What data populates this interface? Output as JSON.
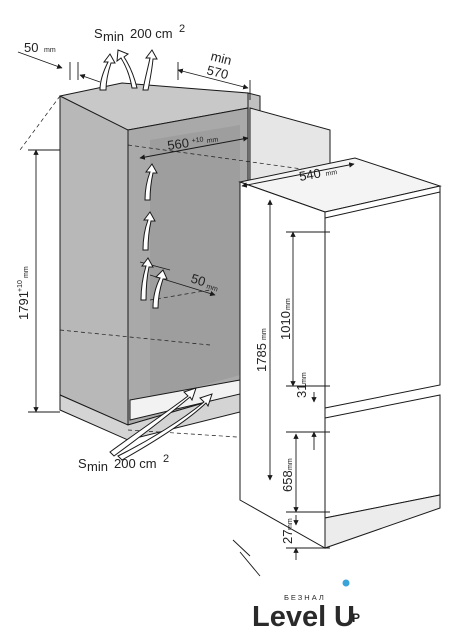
{
  "labels": {
    "vent_top_left": "50",
    "vent_top_left_unit": "mm",
    "vent_top_s": "S",
    "vent_top_min": "min",
    "vent_top_area": "200 cm",
    "vent_top_sup": "2",
    "niche_depth_min": "min",
    "niche_depth_value": "570",
    "niche_width": "560",
    "niche_width_tol": "+10",
    "niche_width_unit": "mm",
    "niche_height": "1791",
    "niche_height_tol": "+10",
    "niche_height_unit": "mm",
    "inner_gap": "50",
    "inner_gap_unit": "mm",
    "vent_bottom_s": "S",
    "vent_bottom_min": "min",
    "vent_bottom_area": "200 cm",
    "vent_bottom_sup": "2",
    "fridge_width": "540",
    "fridge_width_unit": "mm",
    "fridge_height": "1785",
    "fridge_height_unit": "mm",
    "upper_door": "1010",
    "upper_door_unit": "mm",
    "door_gap": "31",
    "door_gap_unit": "mm",
    "lower_door": "658",
    "lower_door_unit": "mm",
    "plinth": "27",
    "plinth_unit": "mm"
  },
  "logo": {
    "small": "БЕЗНАЛ",
    "word": "Level",
    "letter": "U",
    "sub": "P"
  },
  "colors": {
    "niche_gray": "#b4b4b4",
    "niche_inner": "#a9a9a9",
    "line": "#1a1a1a",
    "accent_blue": "#3aa3d9"
  }
}
